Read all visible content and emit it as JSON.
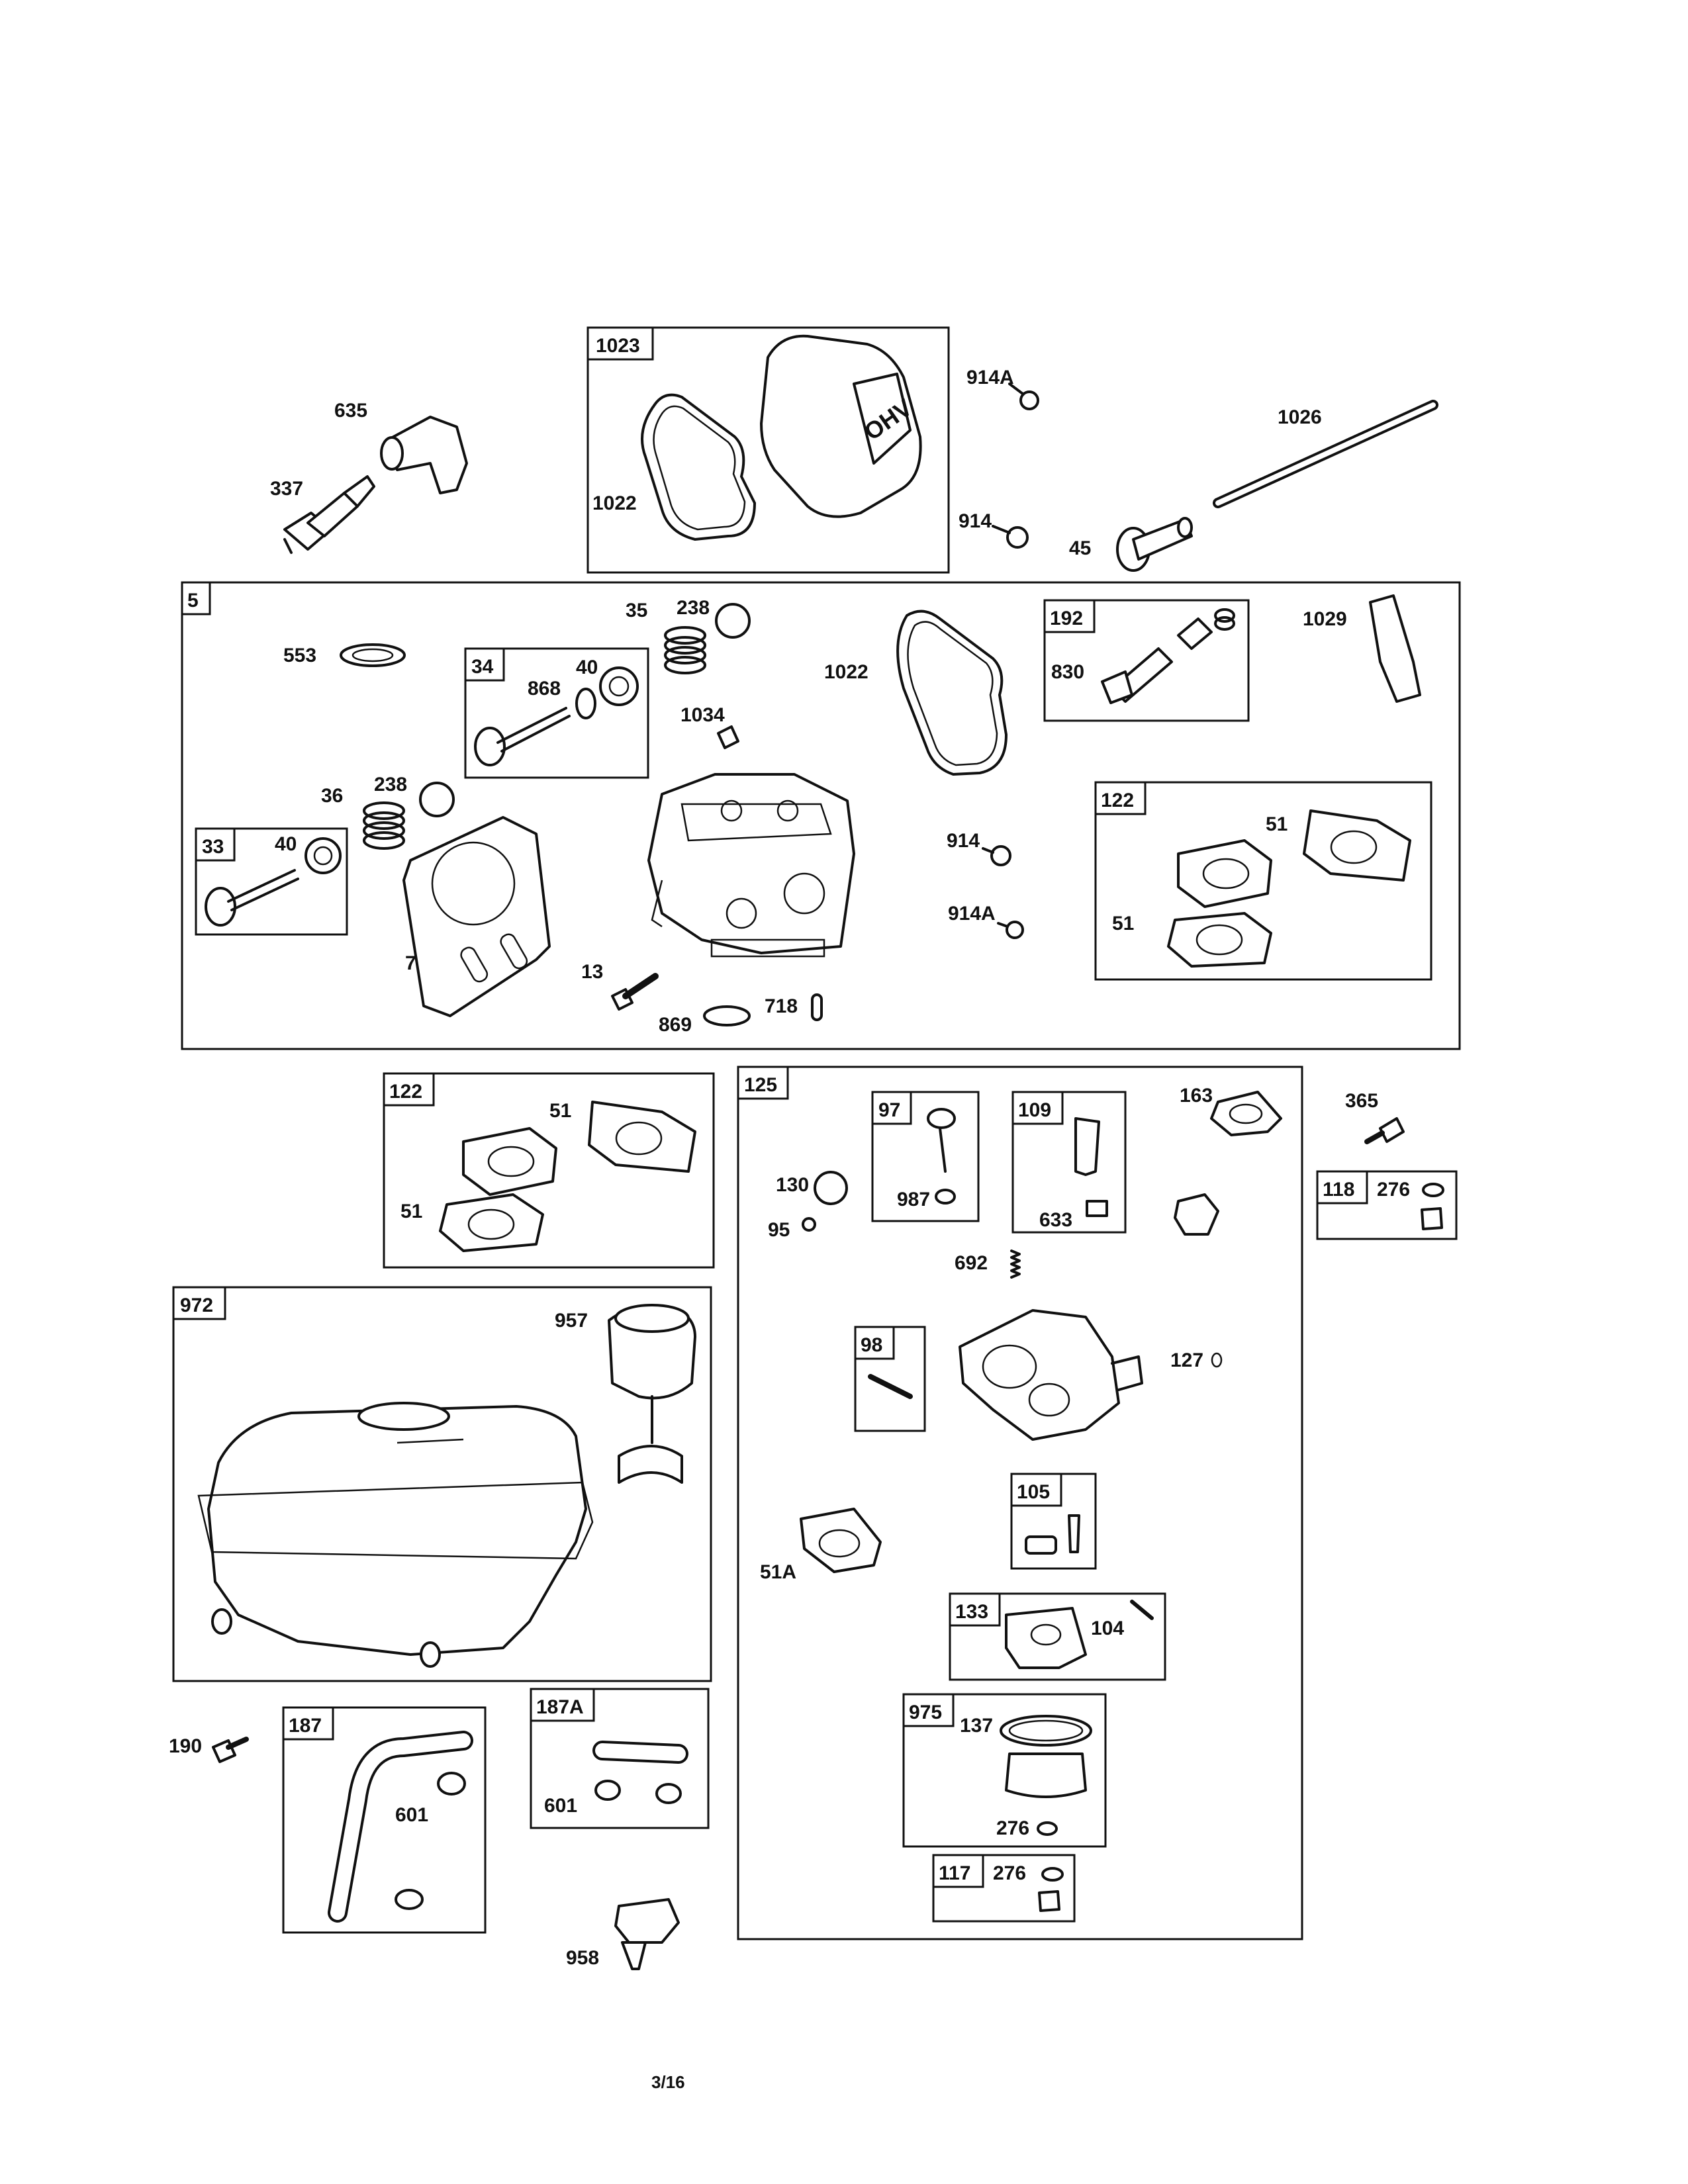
{
  "page_number": "3/16",
  "groups": {
    "g1023": "1023",
    "g5": "5",
    "g192": "192",
    "g34": "34",
    "g33": "33",
    "g122a": "122",
    "g122b": "122",
    "g125": "125",
    "g97": "97",
    "g109": "109",
    "g118": "118",
    "g972": "972",
    "g98": "98",
    "g105": "105",
    "g133": "133",
    "g975": "975",
    "g117": "117",
    "g187": "187",
    "g187A": "187A"
  },
  "labels": {
    "p635": "635",
    "p337": "337",
    "p1022a": "1022",
    "p914Aa": "914A",
    "p914a": "914",
    "p45": "45",
    "p1026": "1026",
    "p553": "553",
    "p35": "35",
    "p238a": "238",
    "p40a": "40",
    "p868": "868",
    "p1034": "1034",
    "p1022b": "1022",
    "p830": "830",
    "p1029": "1029",
    "p36": "36",
    "p238b": "238",
    "p40b": "40",
    "p7": "7",
    "p13": "13",
    "p869": "869",
    "p718": "718",
    "p914b": "914",
    "p914Ab": "914A",
    "p51a": "51",
    "p51b": "51",
    "p51c": "51",
    "p51d": "51",
    "p163": "163",
    "p130": "130",
    "p95": "95",
    "p987": "987",
    "p633": "633",
    "p692": "692",
    "p365": "365",
    "p276a": "276",
    "p957": "957",
    "p127": "127",
    "p51A": "51A",
    "p104": "104",
    "p137": "137",
    "p276b": "276",
    "p276c": "276",
    "p190": "190",
    "p601a": "601",
    "p601b": "601",
    "p958": "958"
  }
}
